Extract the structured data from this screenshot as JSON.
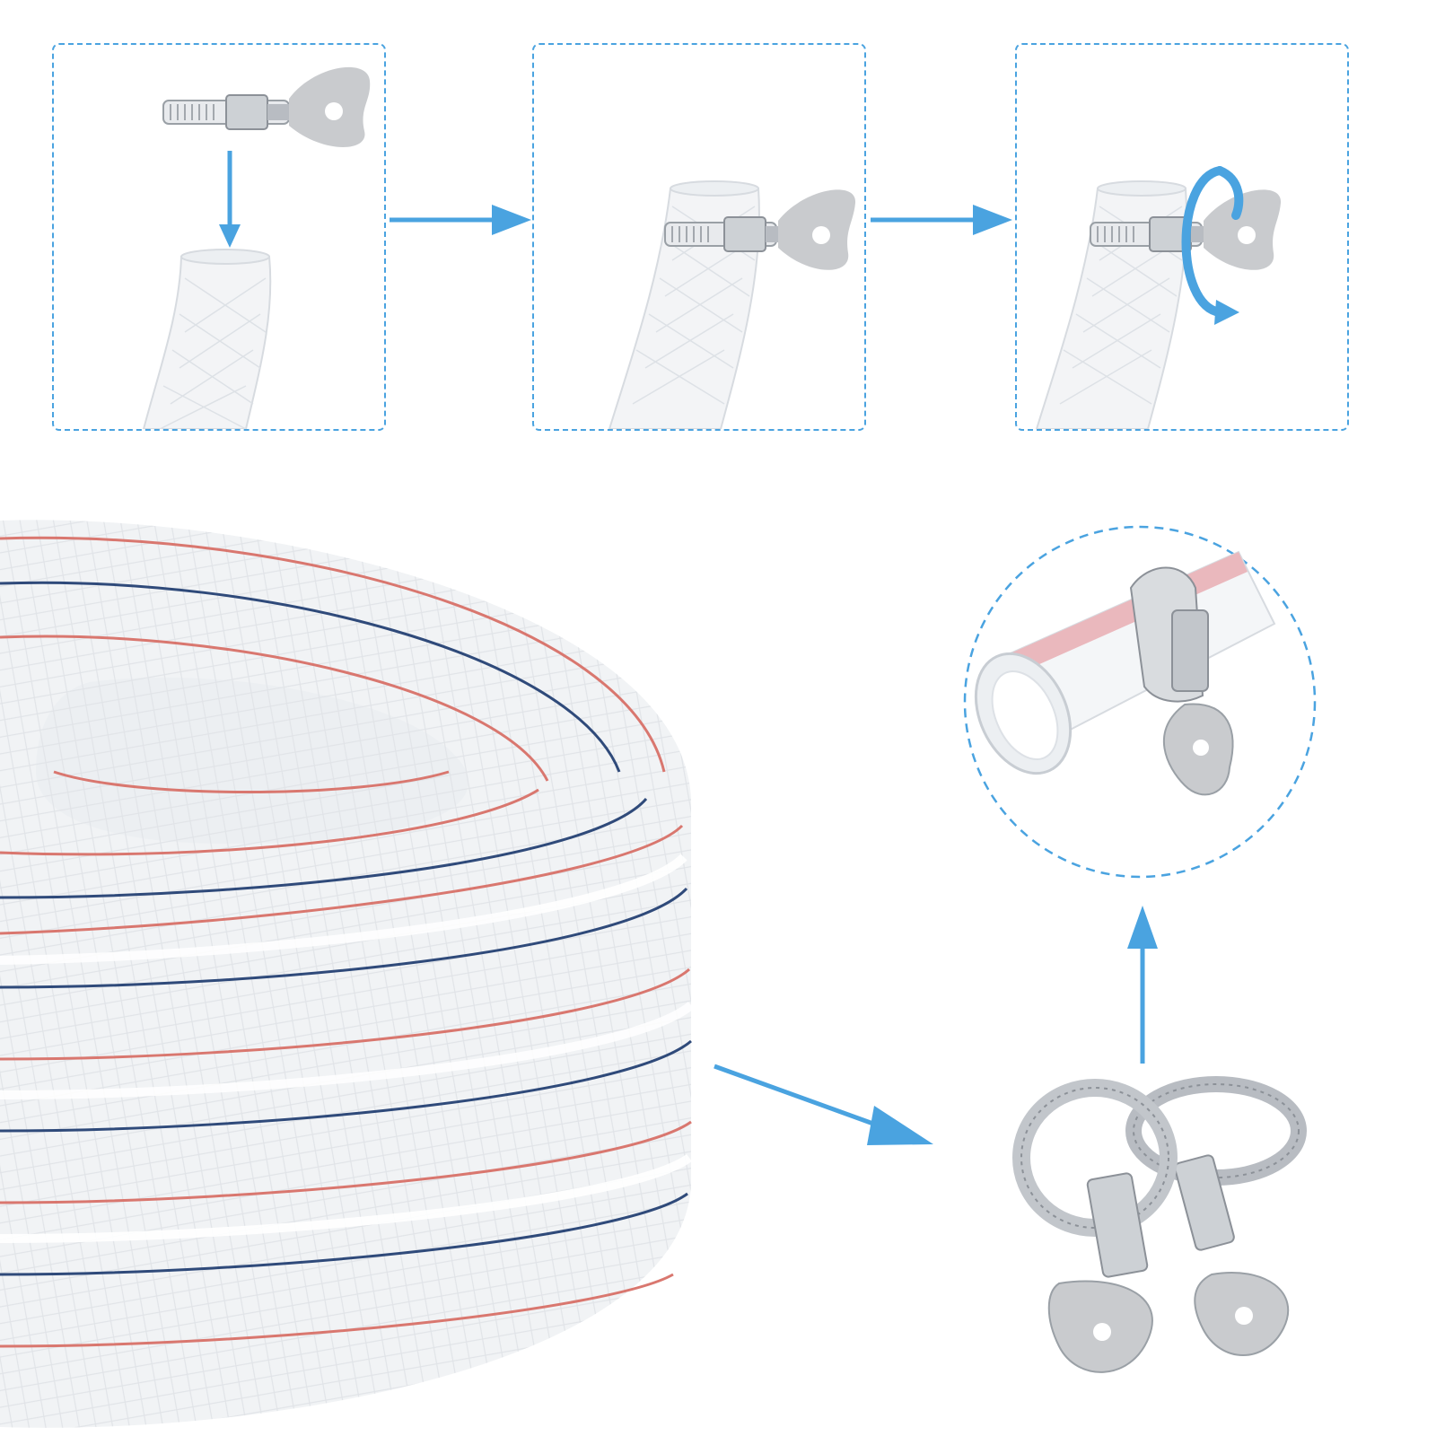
{
  "colors": {
    "accent": "#4aa3e0",
    "hose_fill": "#f3f4f6",
    "hose_mesh": "#d7dbe0",
    "stripe_red": "#d9776f",
    "stripe_blue": "#2f4a7a",
    "metal": "#b8bcc2",
    "metal_dark": "#8c9198",
    "key": "#c9cbce"
  },
  "icons": {
    "arrow": "arrow-icon",
    "rotate": "rotate-icon",
    "clamp": "hose-clamp-icon",
    "key": "butterfly-key-icon"
  },
  "steps": [
    {
      "name": "place-clamp"
    },
    {
      "name": "slide-on-hose"
    },
    {
      "name": "tighten-key"
    }
  ]
}
